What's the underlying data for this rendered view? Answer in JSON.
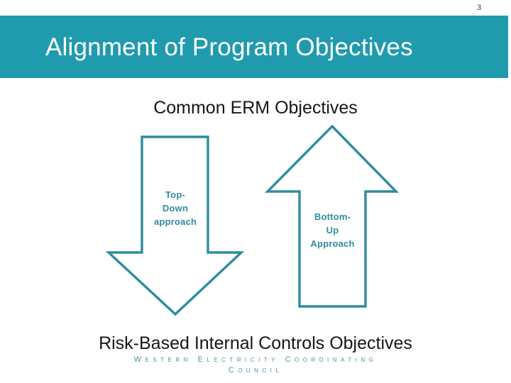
{
  "slide": {
    "page_number": "3",
    "title": "Alignment of Program Objectives",
    "headline_top": "Common ERM Objectives",
    "headline_bottom": "Risk-Based Internal Controls Objectives"
  },
  "diagram": {
    "down_arrow": {
      "label_line1": "Top-",
      "label_line2": "Down",
      "label_line3": "approach"
    },
    "up_arrow": {
      "label_line1": "Bottom-",
      "label_line2": "Up",
      "label_line3": "Approach"
    }
  },
  "footer": {
    "line1": "Western  Electricity  Coordinating",
    "line2": "Council"
  },
  "colors": {
    "banner_teal": "#1f9bad",
    "arrow_stroke": "#2e8c9e",
    "label_teal": "#2e8c9e",
    "footer_teal": "#4e8fa5",
    "title_text": "#ffffff",
    "headline_text": "#161616",
    "background": "#ffffff"
  }
}
